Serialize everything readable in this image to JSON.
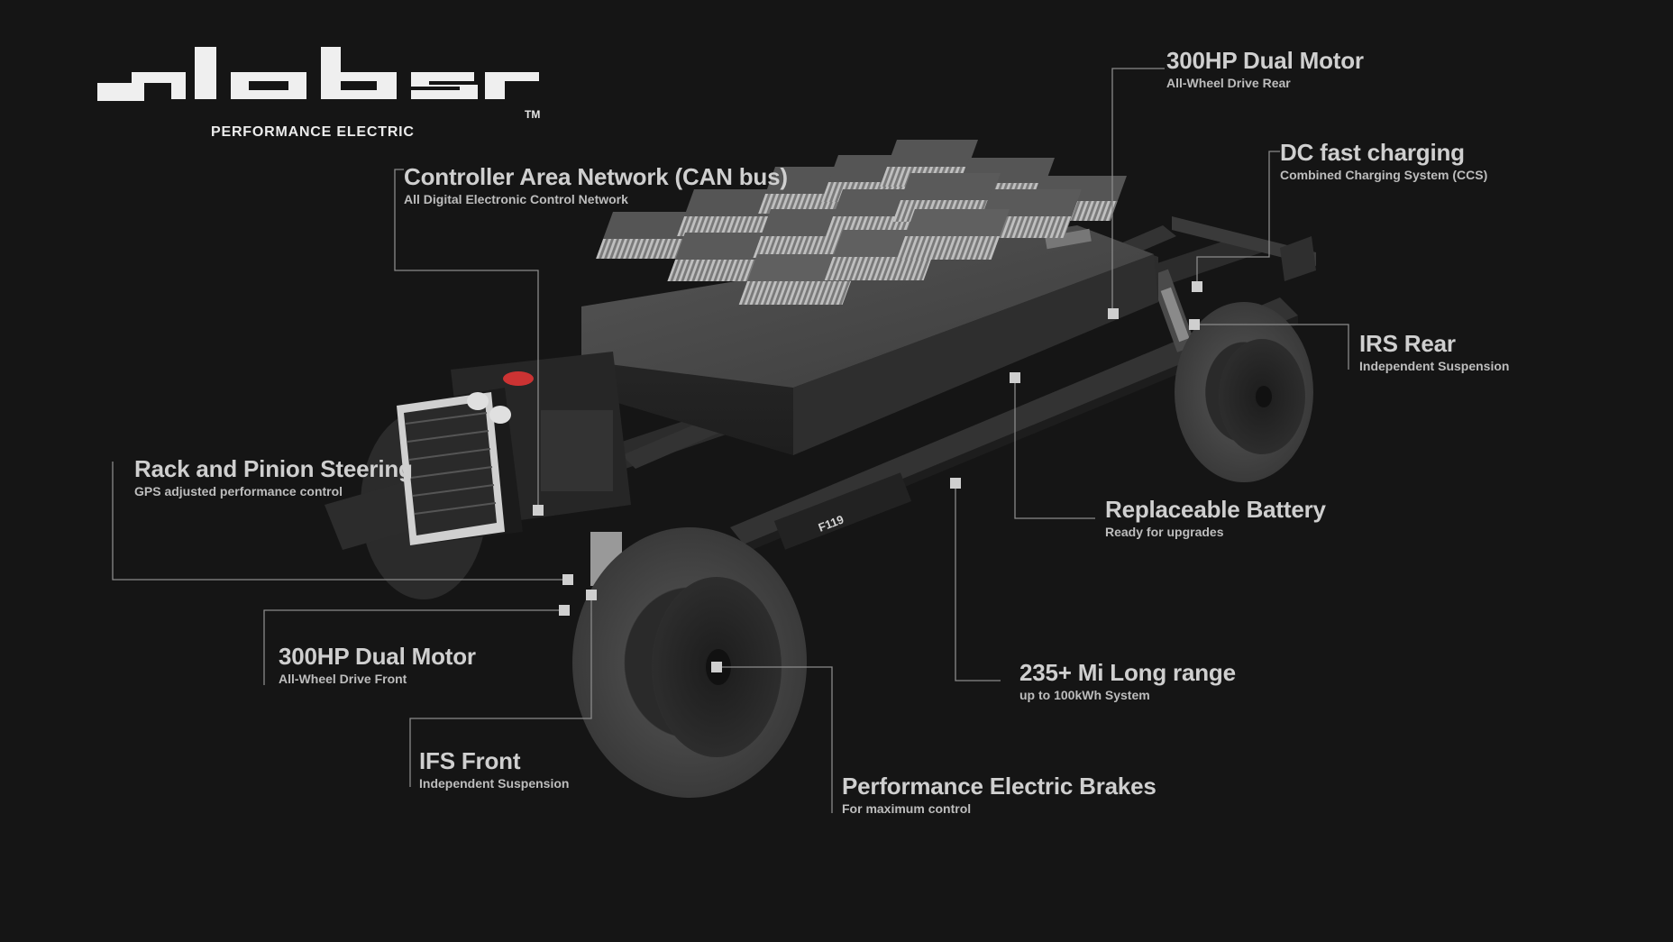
{
  "brand": {
    "logo_text": "ALPHA",
    "tagline": "PERFORMANCE ELECTRIC",
    "trademark": "TM"
  },
  "vehicle_badge": "F119",
  "callouts": {
    "motor_rear": {
      "title": "300HP Dual Motor",
      "subtitle": "All-Wheel Drive Rear"
    },
    "dc_charging": {
      "title": "DC fast charging",
      "subtitle": "Combined Charging System (CCS)"
    },
    "can_bus": {
      "title": "Controller Area Network (CAN bus)",
      "subtitle": "All Digital Electronic Control Network"
    },
    "irs_rear": {
      "title": "IRS Rear",
      "subtitle": "Independent Suspension"
    },
    "steering": {
      "title": "Rack and Pinion Steering",
      "subtitle": "GPS adjusted performance control"
    },
    "battery": {
      "title": "Replaceable Battery",
      "subtitle": "Ready for upgrades"
    },
    "motor_front": {
      "title": "300HP Dual Motor",
      "subtitle": "All-Wheel Drive Front"
    },
    "range": {
      "title": "235+ Mi Long range",
      "subtitle": "up to 100kWh System"
    },
    "ifs_front": {
      "title": "IFS Front",
      "subtitle": "Independent Suspension"
    },
    "brakes": {
      "title": "Performance Electric Brakes",
      "subtitle": "For maximum control"
    }
  },
  "colors": {
    "background": "#151515",
    "label": "#cfcfcf",
    "leader": "#8a8a8a",
    "chassis": "#3b3b3b"
  }
}
